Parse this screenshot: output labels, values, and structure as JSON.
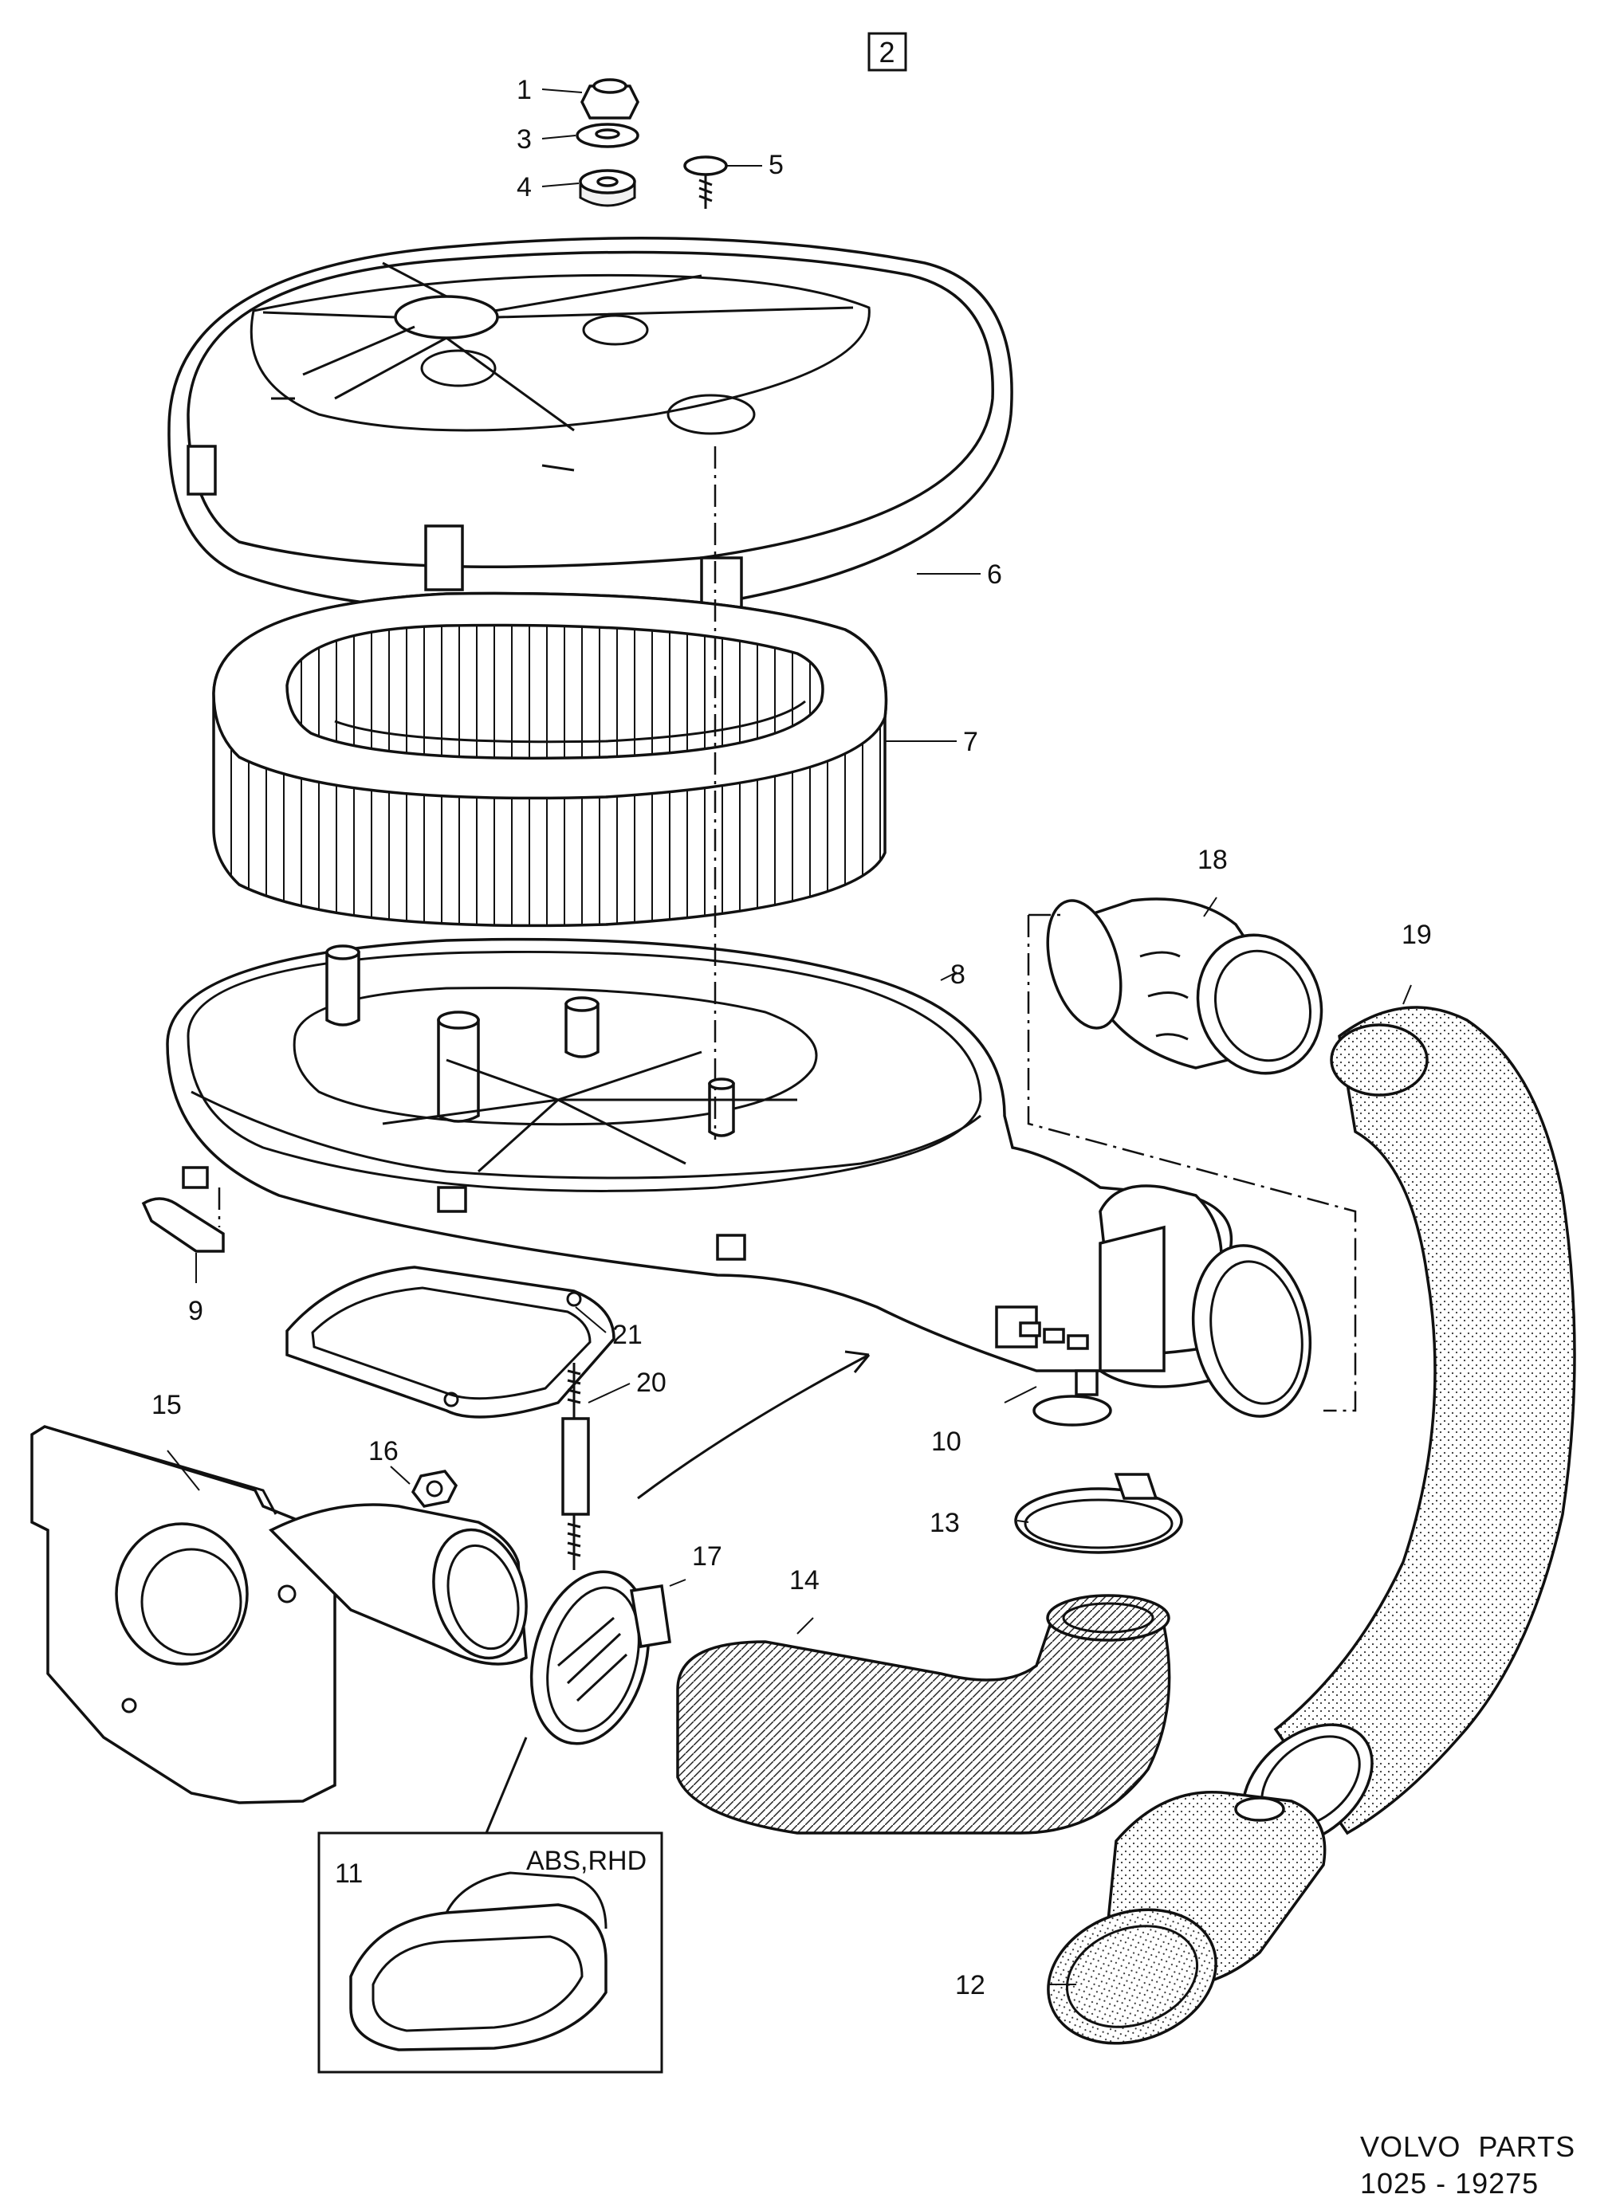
{
  "diagram": {
    "box_label": "2",
    "callouts": [
      {
        "id": "c1",
        "text": "1"
      },
      {
        "id": "c3",
        "text": "3"
      },
      {
        "id": "c4",
        "text": "4"
      },
      {
        "id": "c5",
        "text": "5"
      },
      {
        "id": "c6",
        "text": "6"
      },
      {
        "id": "c7",
        "text": "7"
      },
      {
        "id": "c8",
        "text": "8"
      },
      {
        "id": "c9",
        "text": "9"
      },
      {
        "id": "c10",
        "text": "10"
      },
      {
        "id": "c12",
        "text": "12"
      },
      {
        "id": "c13",
        "text": "13"
      },
      {
        "id": "c14",
        "text": "14"
      },
      {
        "id": "c15",
        "text": "15"
      },
      {
        "id": "c16",
        "text": "16"
      },
      {
        "id": "c17",
        "text": "17"
      },
      {
        "id": "c18",
        "text": "18"
      },
      {
        "id": "c19",
        "text": "19"
      },
      {
        "id": "c20",
        "text": "20"
      },
      {
        "id": "c21",
        "text": "21"
      }
    ],
    "inset": {
      "number": "11",
      "variant": "ABS,RHD"
    },
    "footer": {
      "brand": "VOLVO  PARTS",
      "ref": "1025 - 19275"
    }
  }
}
